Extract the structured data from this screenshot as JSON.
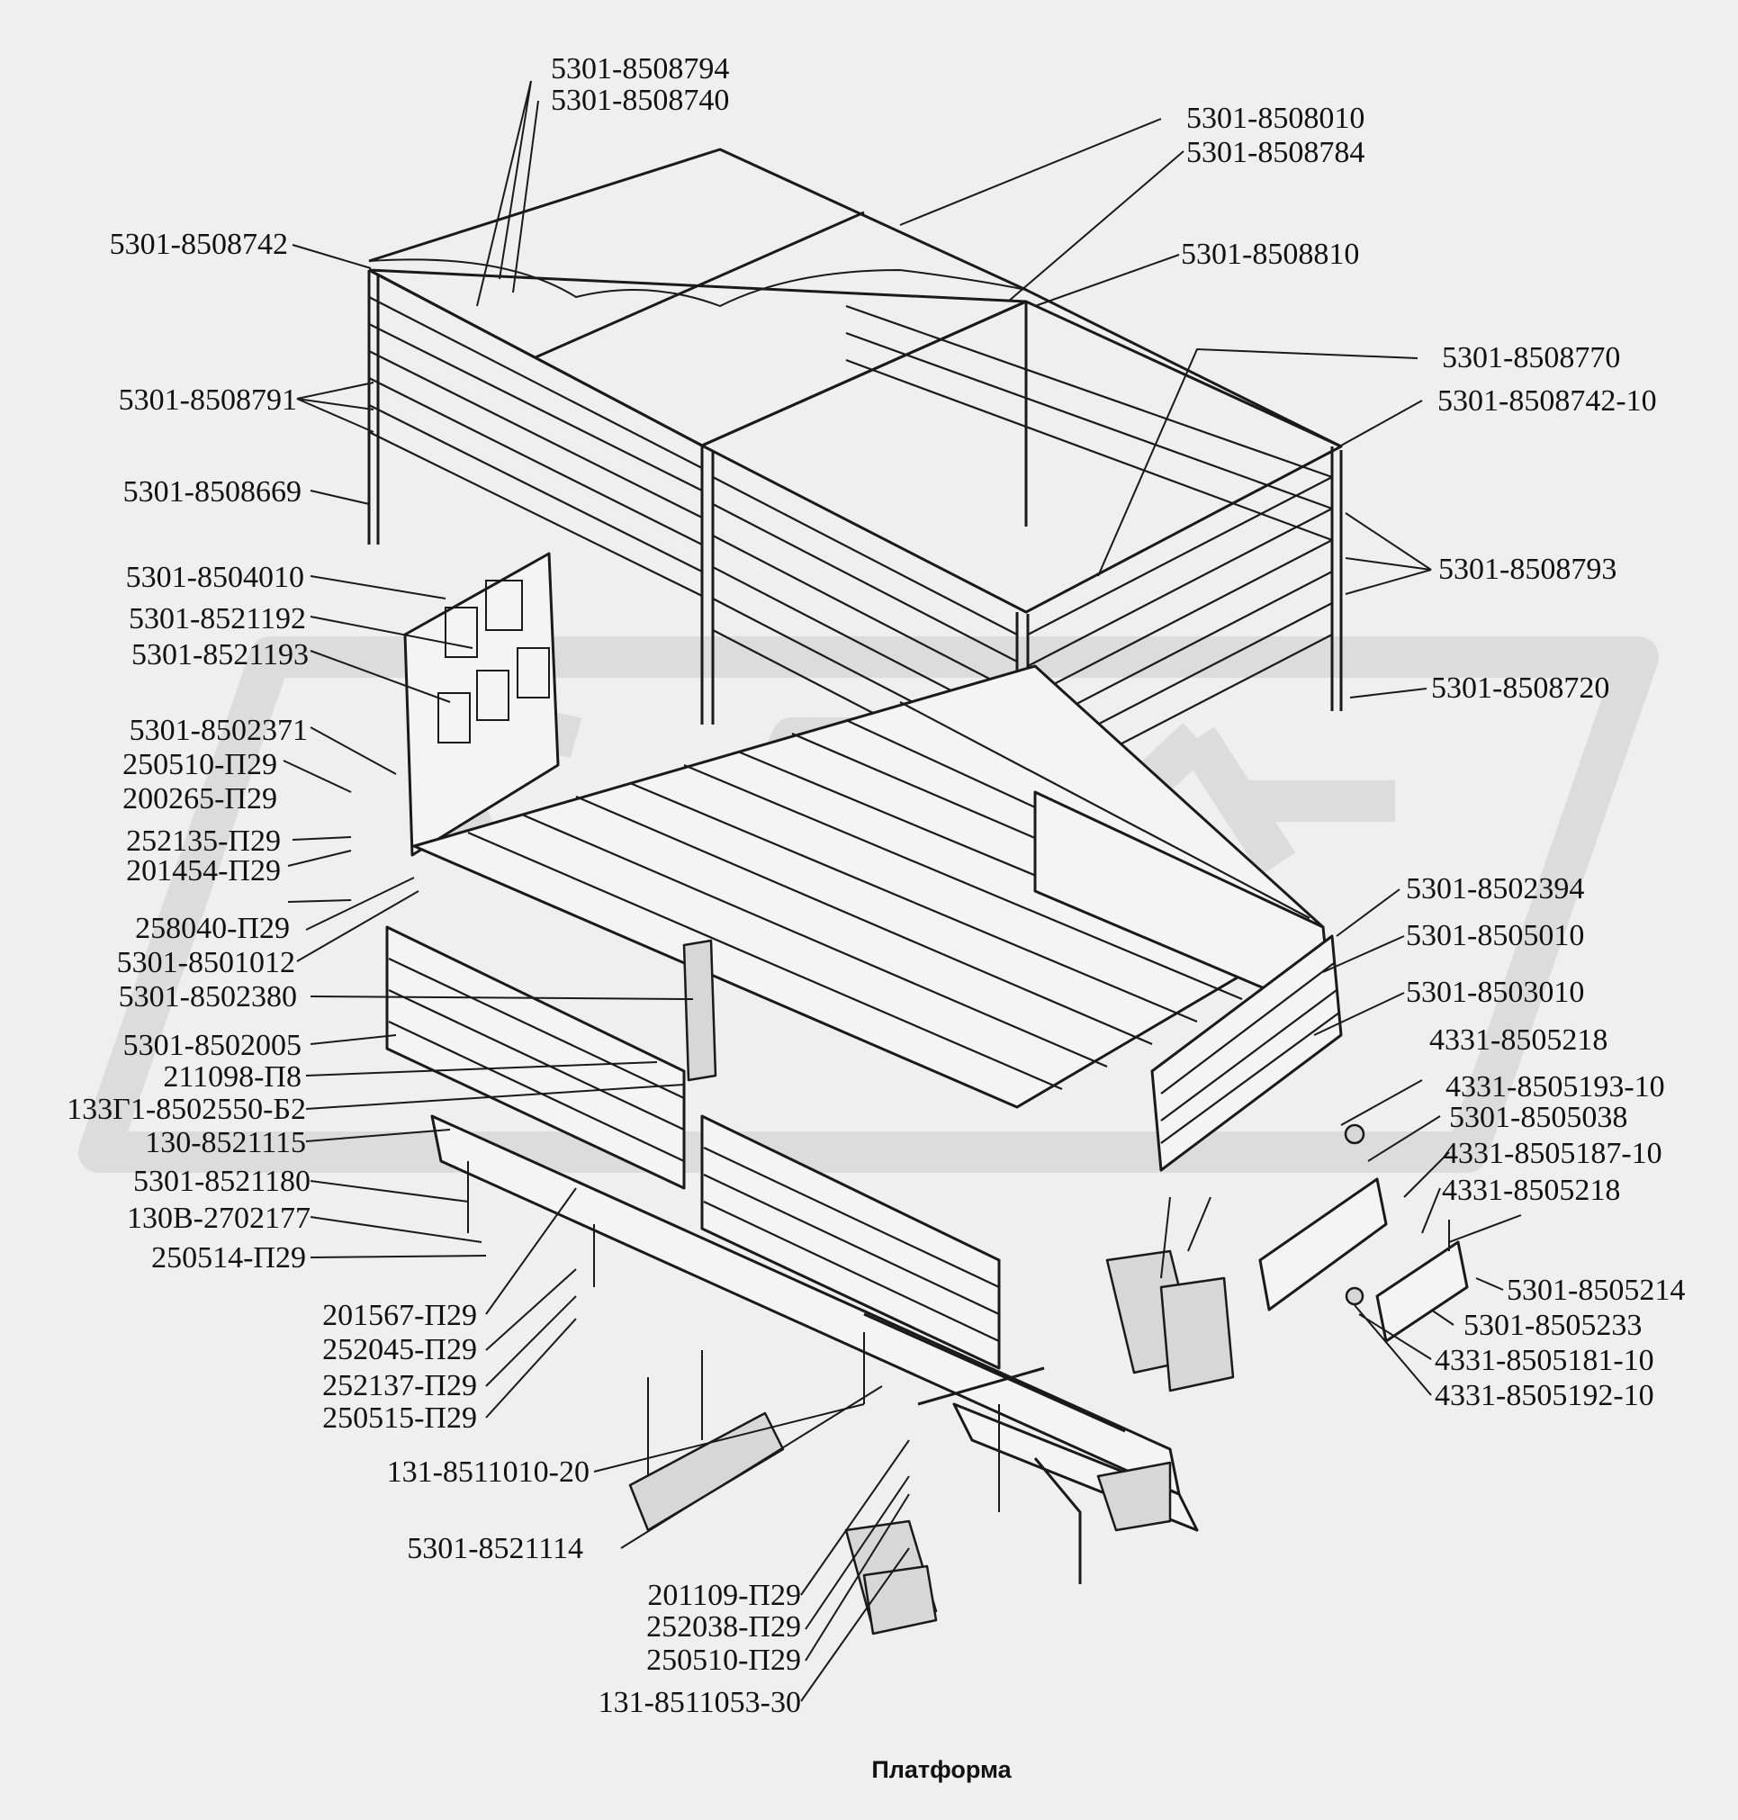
{
  "caption": "Платформа",
  "left_labels": [
    "5301-8508742",
    "5301-8508791",
    "5301-8508669",
    "5301-8504010",
    "5301-8521192",
    "5301-8521193",
    "5301-8502371",
    "250510-П29",
    "200265-П29",
    "252135-П29",
    "201454-П29",
    "258040-П29",
    "5301-8501012",
    "5301-8502380",
    "5301-8502005",
    "211098-П8",
    "133Г1-8502550-Б2",
    "130-8521115",
    "5301-8521180",
    "130В-2702177",
    "250514-П29"
  ],
  "top_labels": [
    "5301-8508794",
    "5301-8508740"
  ],
  "right_labels": [
    "5301-8508010",
    "5301-8508784",
    "5301-8508810",
    "5301-8508770",
    "5301-8508742-10",
    "5301-8508793",
    "5301-8508720",
    "5301-8502394",
    "5301-8505010",
    "5301-8503010",
    "4331-8505218",
    "4331-8505193-10",
    "5301-8505038",
    "4331-8505187-10",
    "4331-8505218",
    "5301-8505214",
    "5301-8505233",
    "4331-8505181-10",
    "4331-8505192-10"
  ],
  "bottom_labels": [
    "201567-П29",
    "252045-П29",
    "252137-П29",
    "250515-П29",
    "131-8511010-20",
    "5301-8521114",
    "201109-П29",
    "252038-П29",
    "250510-П29",
    "131-8511053-30"
  ],
  "colors": {
    "background": "#efefef",
    "ink": "#111111",
    "watermark": "#dcdcdc"
  }
}
